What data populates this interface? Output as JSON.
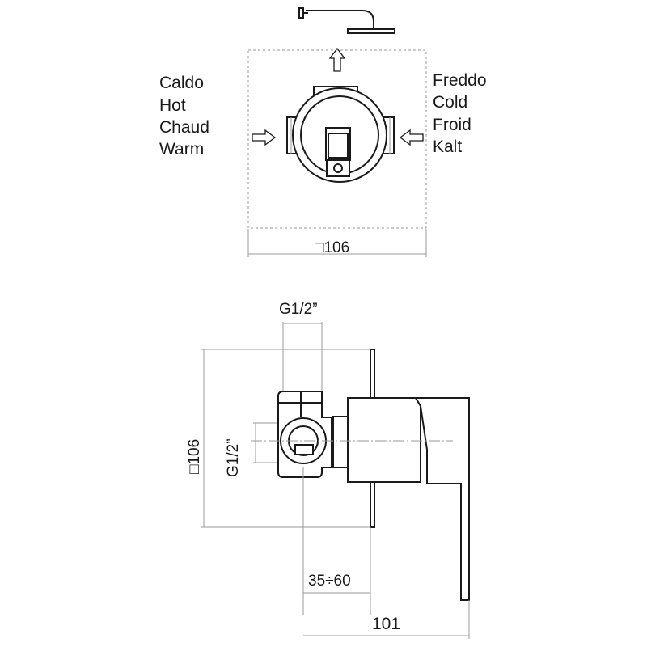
{
  "inlet_labels": {
    "hot": [
      "Caldo",
      "Hot",
      "Chaud",
      "Warm"
    ],
    "cold": [
      "Freddo",
      "Cold",
      "Froid",
      "Kalt"
    ]
  },
  "dimensions": {
    "plate_square_top": "□106",
    "thread_top": "G1/2”",
    "plate_square_side": "□106",
    "thread_side": "G1/2”",
    "wall_depth": "35÷60",
    "total_depth": "101"
  }
}
